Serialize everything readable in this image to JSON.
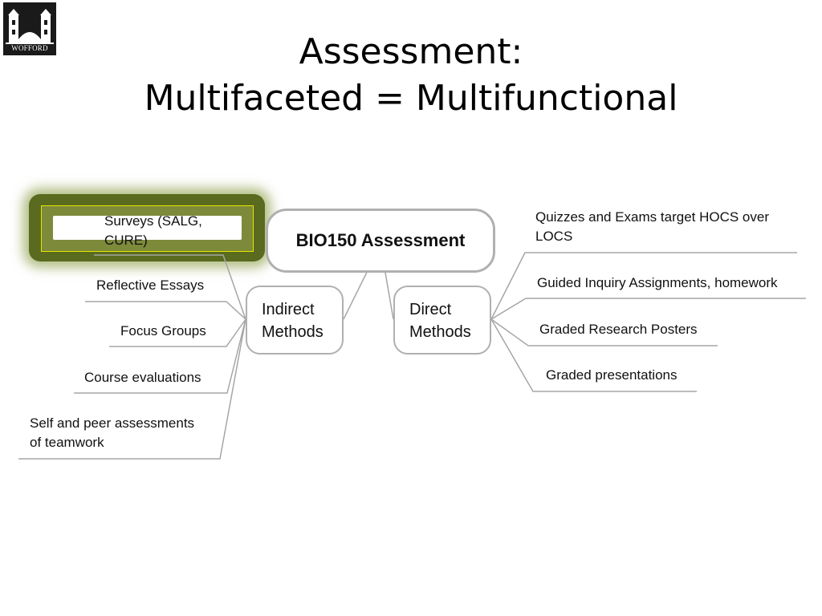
{
  "logo": {
    "text": "WOFFORD",
    "icon": "college-building-logo"
  },
  "title": {
    "line1": "Assessment:",
    "line2": "Multifaceted = Multifunctional"
  },
  "center": {
    "label": "BIO150 Assessment"
  },
  "indirect": {
    "line1": "Indirect",
    "line2": "Methods",
    "items": [
      {
        "line1": "Surveys (SALG,",
        "line2": "CURE)"
      },
      {
        "line1": "Reflective Essays"
      },
      {
        "line1": "Focus Groups"
      },
      {
        "line1": "Course evaluations"
      },
      {
        "line1": "Self and peer assessments",
        "line2": "of teamwork"
      }
    ]
  },
  "direct": {
    "line1": "Direct",
    "line2": "Methods",
    "items": [
      {
        "line1": "Quizzes and Exams target HOCS over",
        "line2": "LOCS"
      },
      {
        "line1": "Guided Inquiry Assignments, homework"
      },
      {
        "line1": "Graded Research Posters"
      },
      {
        "line1": "Graded presentations"
      }
    ]
  },
  "colors": {
    "line": "#a6a6a6",
    "highlight_glow": "#5a6a1e",
    "highlight_border": "#e6e600"
  }
}
